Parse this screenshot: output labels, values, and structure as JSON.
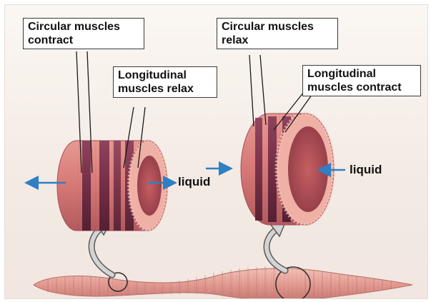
{
  "callouts": {
    "left_circular": [
      "Circular muscles",
      "contract"
    ],
    "left_longitudinal": [
      "Longitudinal",
      "muscles relax"
    ],
    "right_circular": [
      "Circular muscles",
      "relax"
    ],
    "right_longitudinal": [
      "Longitudinal",
      "muscles contract"
    ]
  },
  "labels": {
    "liquid_left": "liquid",
    "liquid_right": "liquid"
  },
  "colors": {
    "muscle_band": "#6e2a44",
    "tissue": "#d98080",
    "tissue_light": "#efb0a5",
    "arrow_blue": "#2f7fc4",
    "worm": "#e9a49b"
  }
}
